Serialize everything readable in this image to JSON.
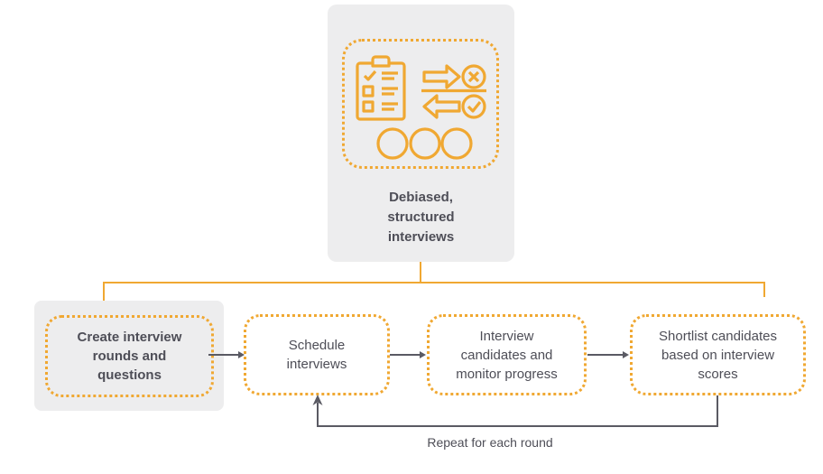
{
  "diagram": {
    "title_node": {
      "label": "Debiased, structured interviews",
      "icons": [
        "clipboard-checklist-icon",
        "pass-fail-arrows-icon",
        "three-candidates-icon"
      ]
    },
    "steps": [
      {
        "label": "Create interview rounds and questions",
        "highlighted": true
      },
      {
        "label": "Schedule interviews",
        "highlighted": false
      },
      {
        "label": "Interview candidates and monitor progress",
        "highlighted": false
      },
      {
        "label": "Shortlist candidates based on interview scores",
        "highlighted": false
      }
    ],
    "loop": {
      "label": "Repeat for each round"
    },
    "colors": {
      "accent": "#F0A832",
      "box_bg": "#EDEDEE",
      "text": "#4E4E57",
      "arrow": "#5A5A63"
    }
  }
}
